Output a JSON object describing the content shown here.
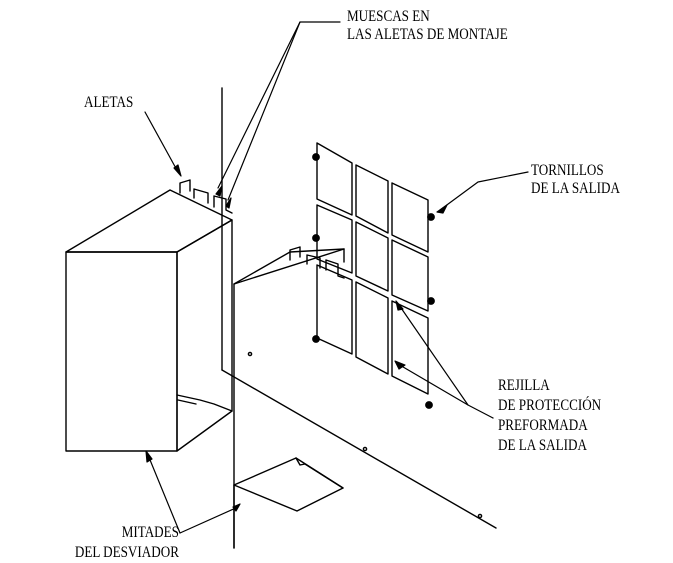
{
  "labels": {
    "muescas": [
      "MUESCAS EN",
      "LAS ALETAS DE MONTAJE"
    ],
    "aletas": [
      "ALETAS"
    ],
    "tornillos": [
      "TORNILLOS",
      "DE LA SALIDA"
    ],
    "rejilla": [
      "REJILLA",
      "DE PROTECCIÓN",
      "PREFORMADA",
      "DE LA SALIDA"
    ],
    "mitades": [
      "MITADES",
      "DEL DESVIADOR"
    ]
  },
  "colors": {
    "ink": "#000000",
    "paper": "#ffffff"
  }
}
